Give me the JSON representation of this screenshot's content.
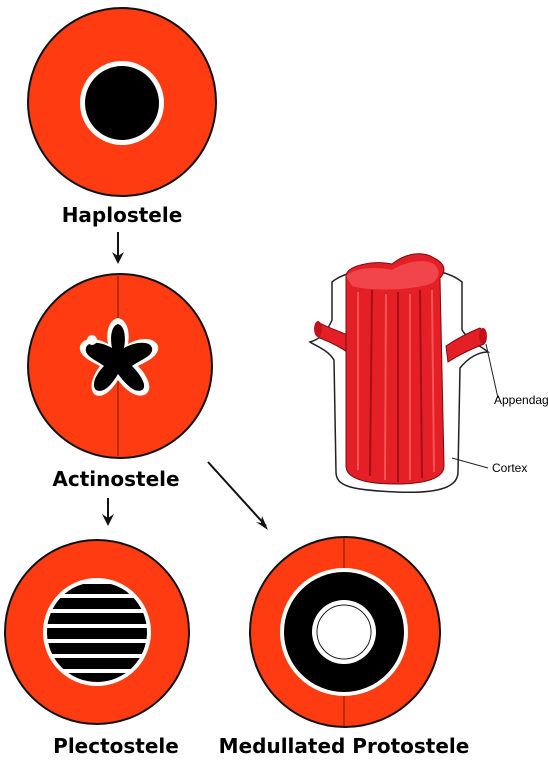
{
  "labels": {
    "haplostele": "Haplostele",
    "actinostele": "Actinostele",
    "plectostele": "Plectostele",
    "medullated": "Medullated Protostele",
    "appendage": "Appendage",
    "cortex": "Cortex"
  },
  "colors": {
    "cortex": "#ff3b12",
    "xylem": "#000000",
    "stele_3d": "#e41f26",
    "outline": "#111111",
    "background": "#ffffff"
  }
}
